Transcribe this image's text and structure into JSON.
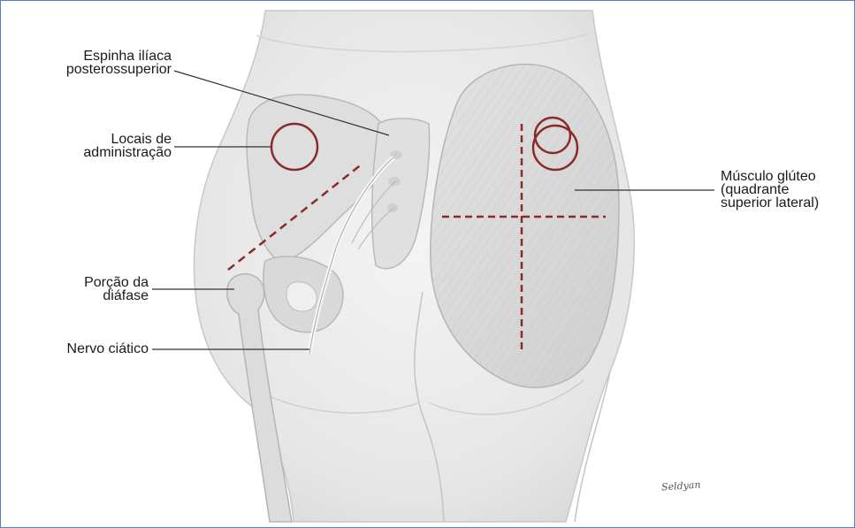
{
  "labels": {
    "espinha": "Espinha ilíaca\nposterossuperior",
    "locais": "Locais de\nadministração",
    "porcao": "Porção da\ndiáfase",
    "nervo": "Nervo ciático",
    "musculo": "Músculo glúteo\n(quadrante\nsuperior lateral)"
  },
  "signature": "Seldyan",
  "colors": {
    "frame": "#4f81bd",
    "injection_mark": "#8b2a2a",
    "body_fill": "#ececec",
    "body_stroke": "#c8c8c8",
    "bone_fill": "#dcdcdc",
    "label_text": "#1a1a1a",
    "leader_line": "#333333"
  }
}
